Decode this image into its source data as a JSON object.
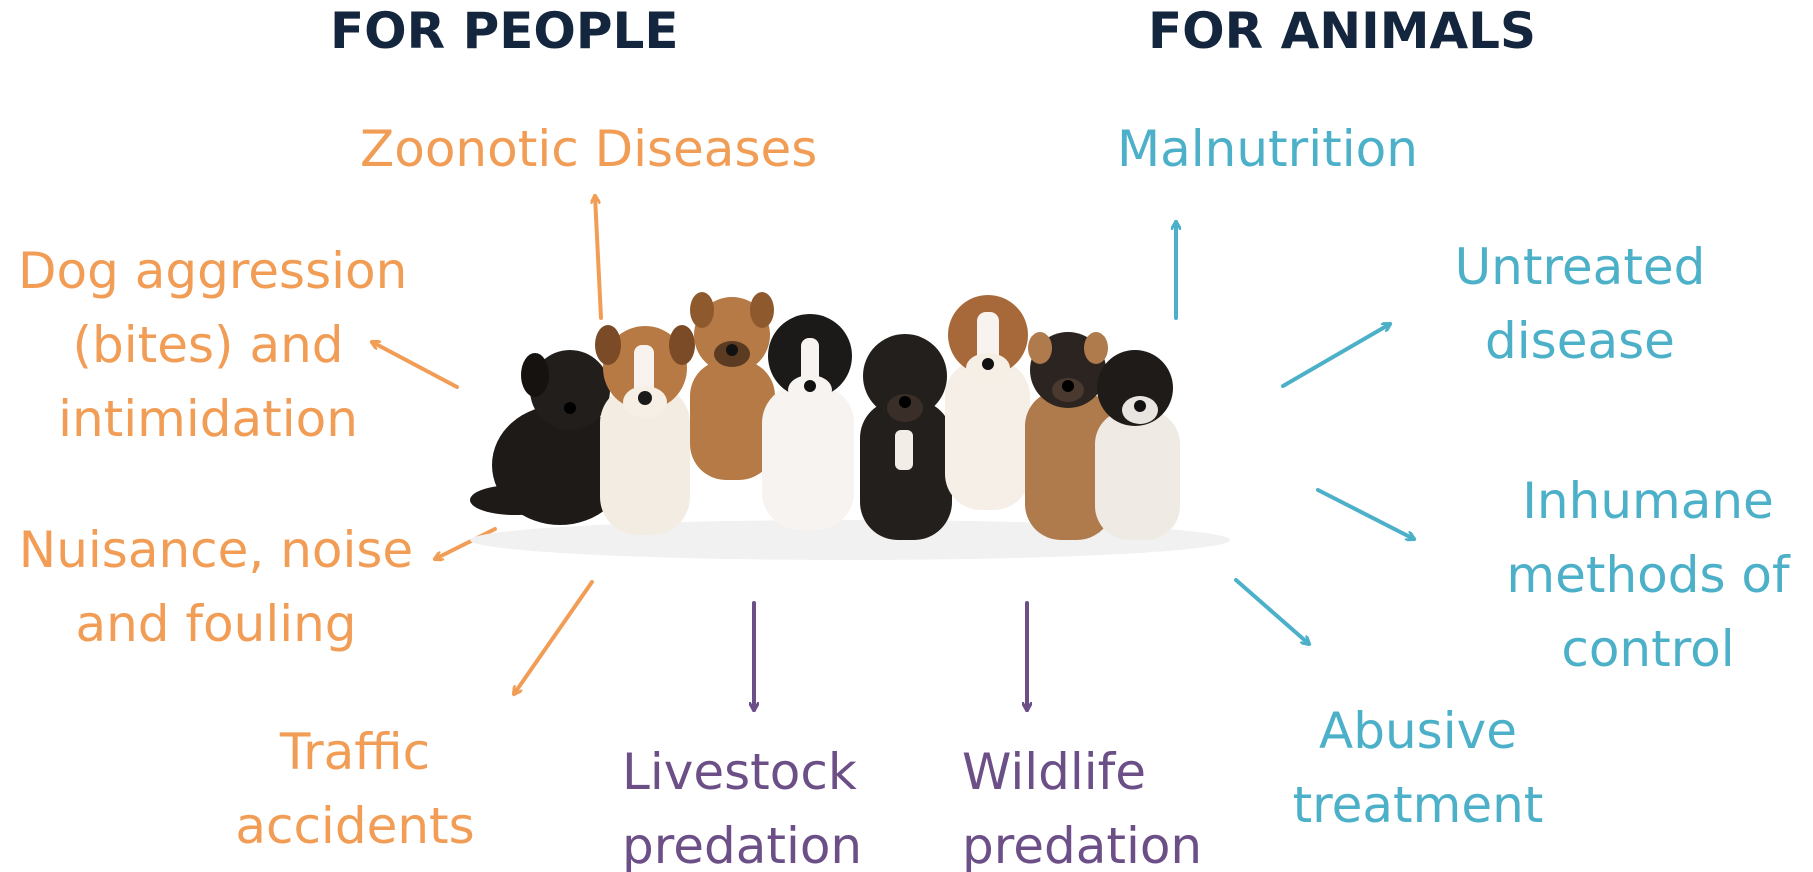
{
  "headers": {
    "people": "FOR PEOPLE",
    "animals": "FOR ANIMALS"
  },
  "people_impacts": {
    "zoonotic": "Zoonotic Diseases",
    "aggression": [
      "Dog aggression",
      "(bites) and",
      "intimidation"
    ],
    "nuisance": [
      "Nuisance, noise",
      "and fouling"
    ],
    "traffic": [
      "Traffic",
      "accidents"
    ]
  },
  "shared_impacts": {
    "livestock": [
      "Livestock",
      "predation"
    ],
    "wildlife": [
      "Wildlife",
      "predation"
    ]
  },
  "animal_impacts": {
    "malnutrition": "Malnutrition",
    "untreated": [
      "Untreated",
      "disease"
    ],
    "inhumane": [
      "Inhumane",
      "methods of",
      "control"
    ],
    "abusive": [
      "Abusive",
      "treatment"
    ]
  },
  "colors": {
    "people": "#f19d56",
    "animals": "#4cb0c9",
    "shared": "#6b4f86",
    "header": "#14253e"
  },
  "image": {
    "subject": "puppies-photo",
    "count": 8
  }
}
